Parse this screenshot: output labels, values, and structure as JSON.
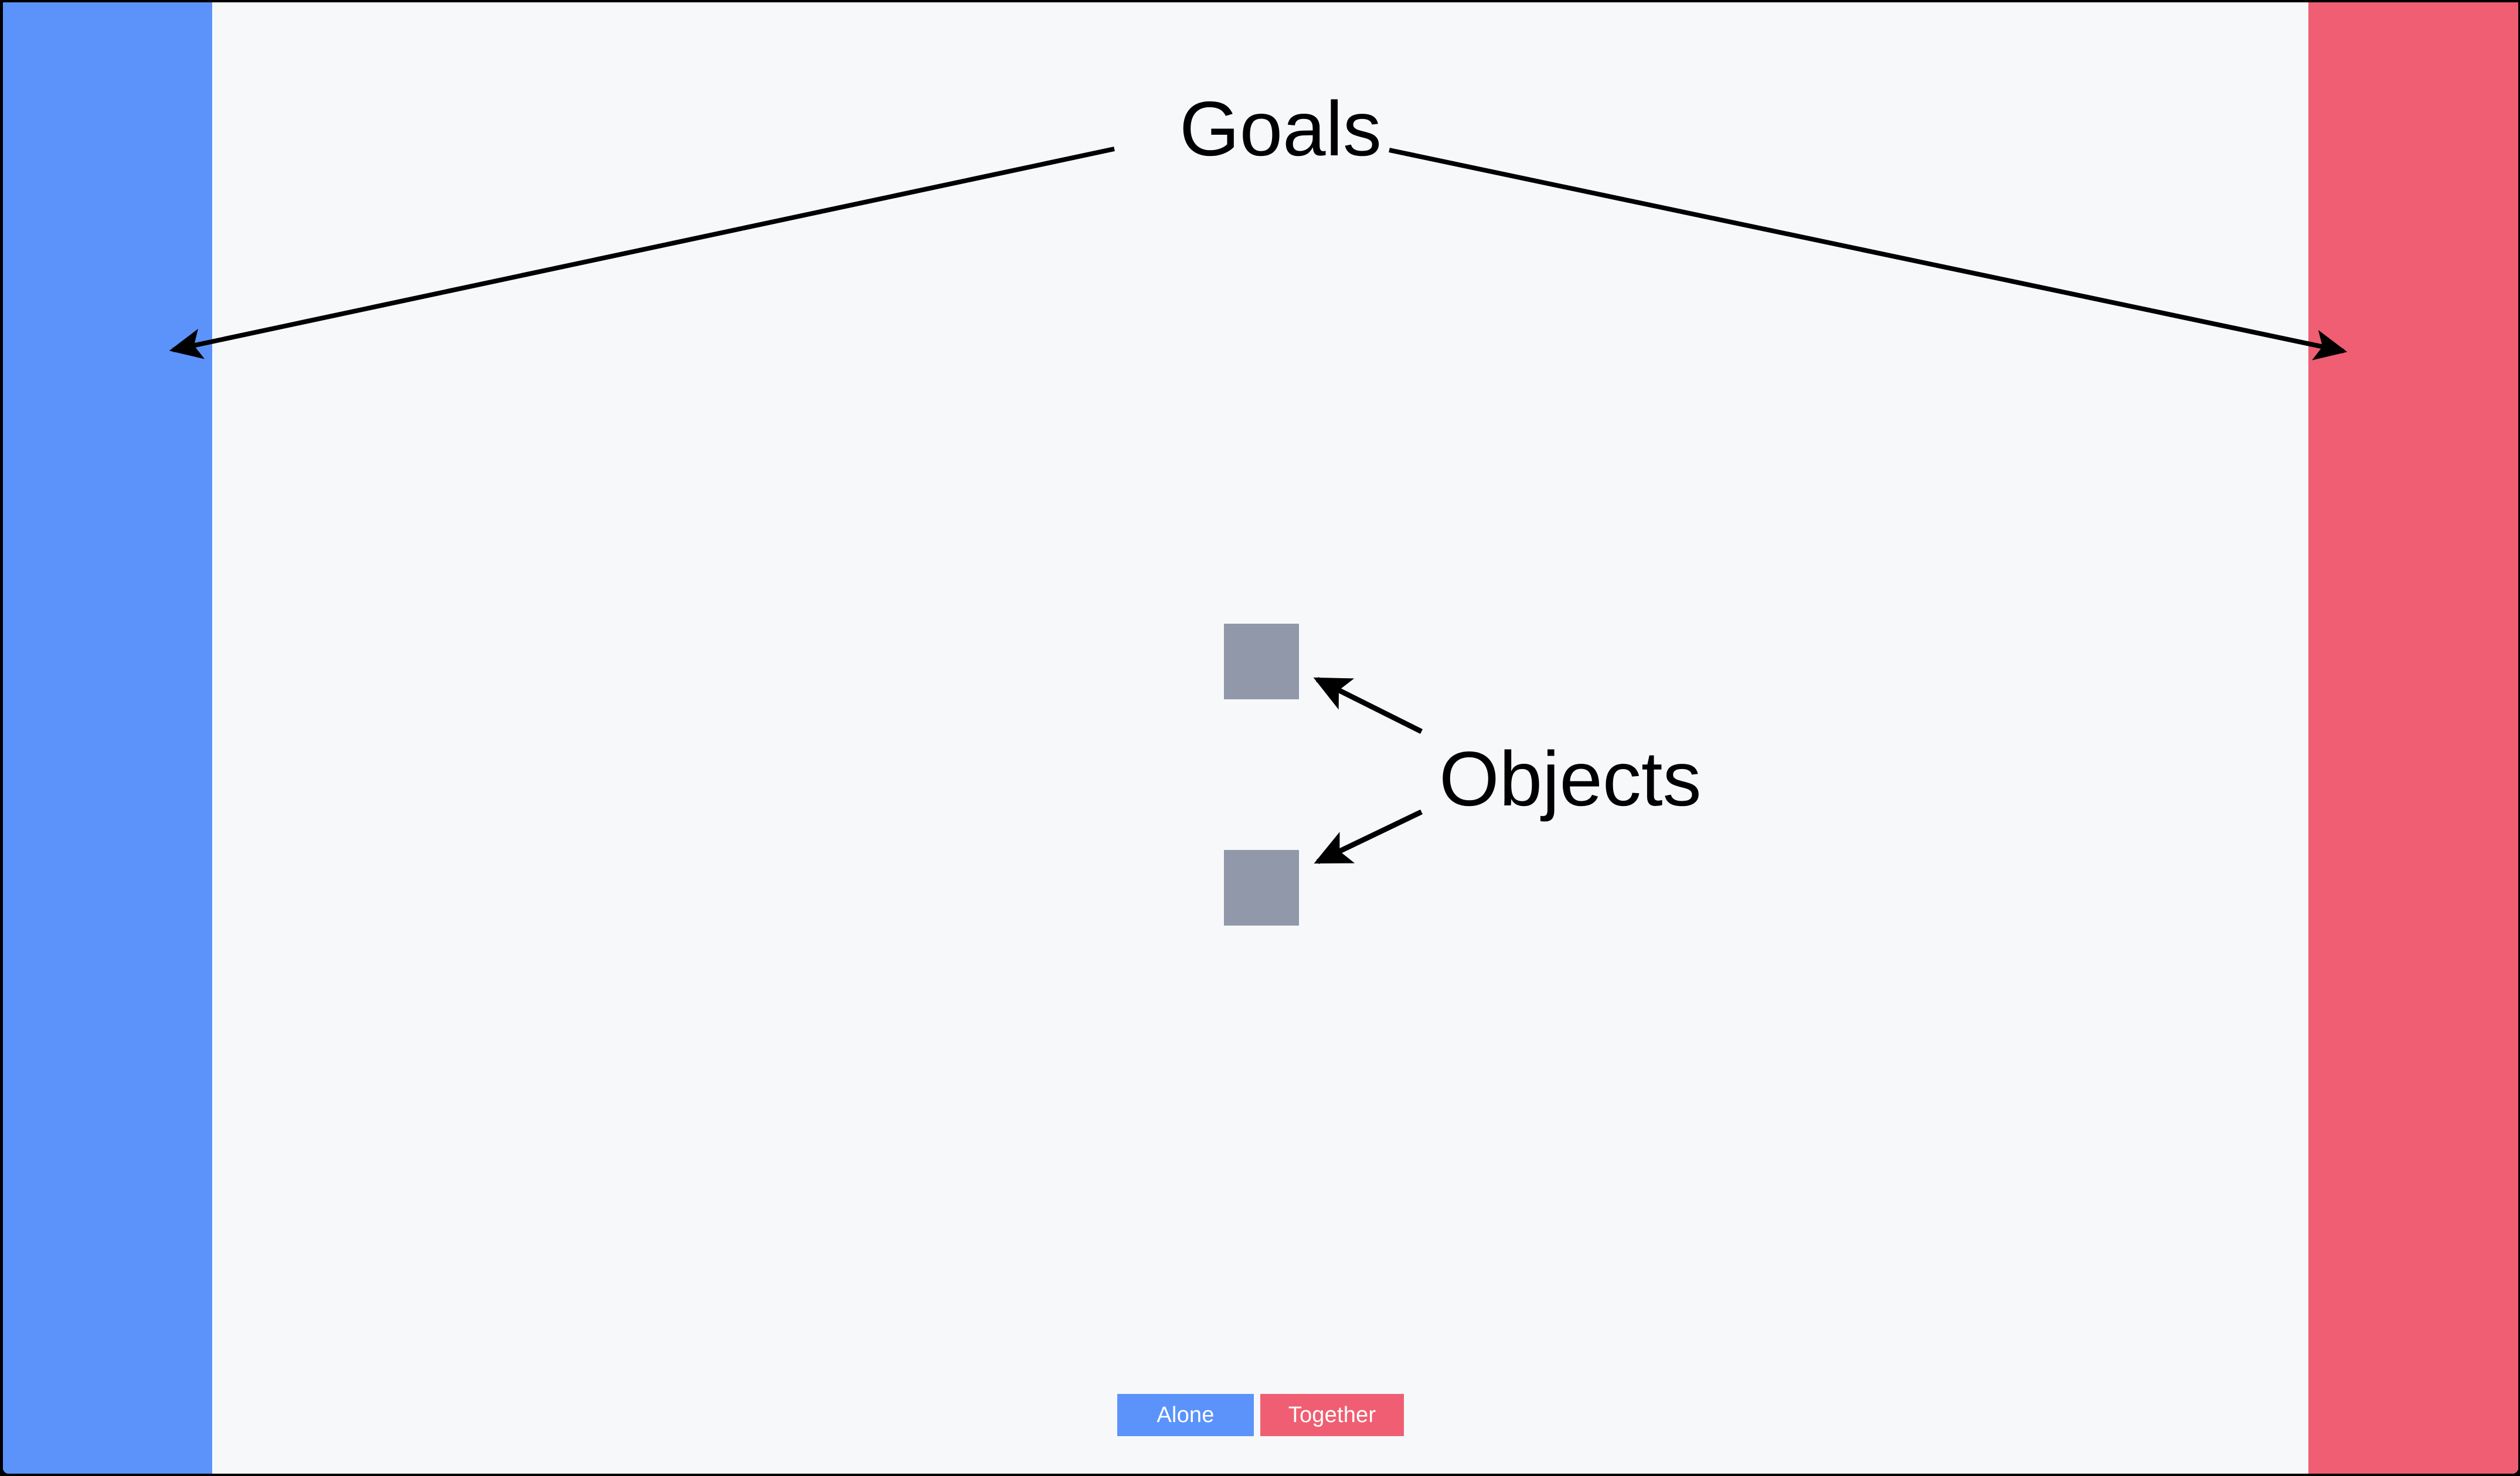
{
  "scene": {
    "background_color": "#f6f8fa",
    "frame_color": "#000000"
  },
  "goal_zones": [
    {
      "id": "left",
      "label": "",
      "color": "#5b93fb",
      "side": "left"
    },
    {
      "id": "right",
      "label": "",
      "color": "#ef5e72",
      "side": "right"
    }
  ],
  "objects": [
    {
      "id": "object-top",
      "color": "#9098a9"
    },
    {
      "id": "object-bottom",
      "color": "#9098a9"
    }
  ],
  "annotations": {
    "goals_label": "Goals",
    "objects_label": "Objects",
    "arrow_color": "#000000"
  },
  "controls": {
    "alone_label": "Alone",
    "alone_color": "#5b93fb",
    "together_label": "Together",
    "together_color": "#ef5e72",
    "text_color": "#ffffff"
  }
}
